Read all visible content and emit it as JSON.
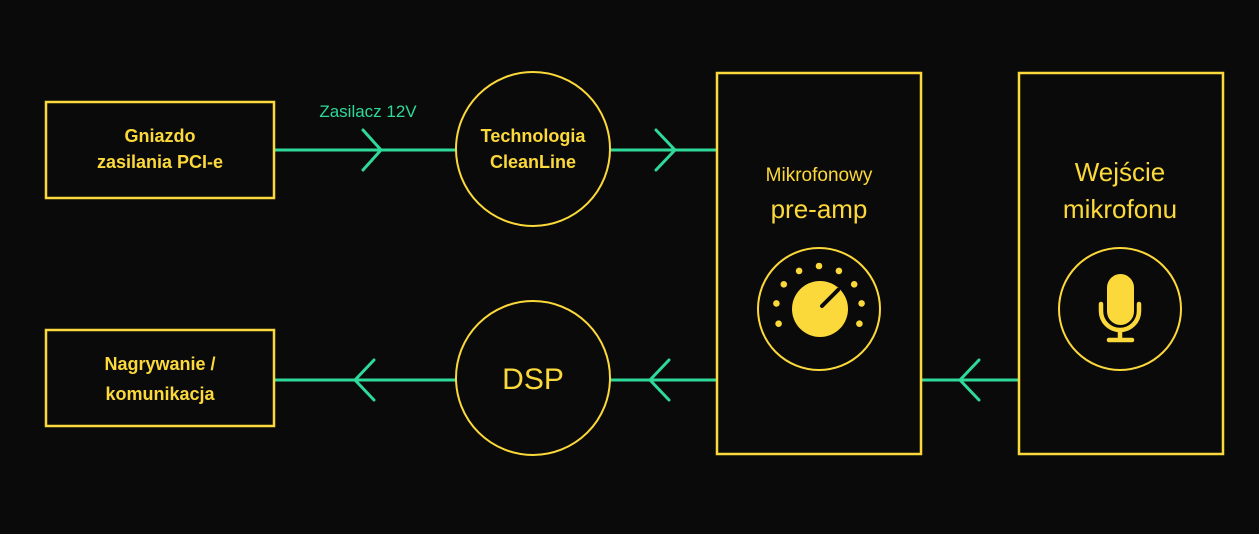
{
  "colors": {
    "background": "#0a0a0a",
    "accent_yellow": "#fcd93a",
    "connector_green": "#2ed99a"
  },
  "nodes": {
    "power_socket": {
      "lines": [
        "Gniazdo",
        "zasilania PCI-e"
      ],
      "shape": "rectangle"
    },
    "cleanline": {
      "lines": [
        "Technologia",
        "CleanLine"
      ],
      "shape": "circle"
    },
    "preamp": {
      "lines": [
        "Mikrofonowy",
        "pre-amp"
      ],
      "shape": "tall-rectangle",
      "icon": "knob-icon"
    },
    "mic_input": {
      "lines": [
        "Wejście",
        "mikrofonu"
      ],
      "shape": "tall-rectangle",
      "icon": "microphone-icon"
    },
    "dsp": {
      "lines": [
        "DSP"
      ],
      "shape": "circle"
    },
    "recording": {
      "lines": [
        "Nagrywanie /",
        "komunikacja"
      ],
      "shape": "rectangle"
    }
  },
  "edges": [
    {
      "from": "power_socket",
      "to": "cleanline",
      "label": "Zasilacz 12V",
      "direction": "right"
    },
    {
      "from": "cleanline",
      "to": "preamp",
      "label": "",
      "direction": "right"
    },
    {
      "from": "mic_input",
      "to": "preamp",
      "label": "",
      "direction": "left"
    },
    {
      "from": "preamp",
      "to": "dsp",
      "label": "",
      "direction": "left"
    },
    {
      "from": "dsp",
      "to": "recording",
      "label": "",
      "direction": "left"
    }
  ]
}
